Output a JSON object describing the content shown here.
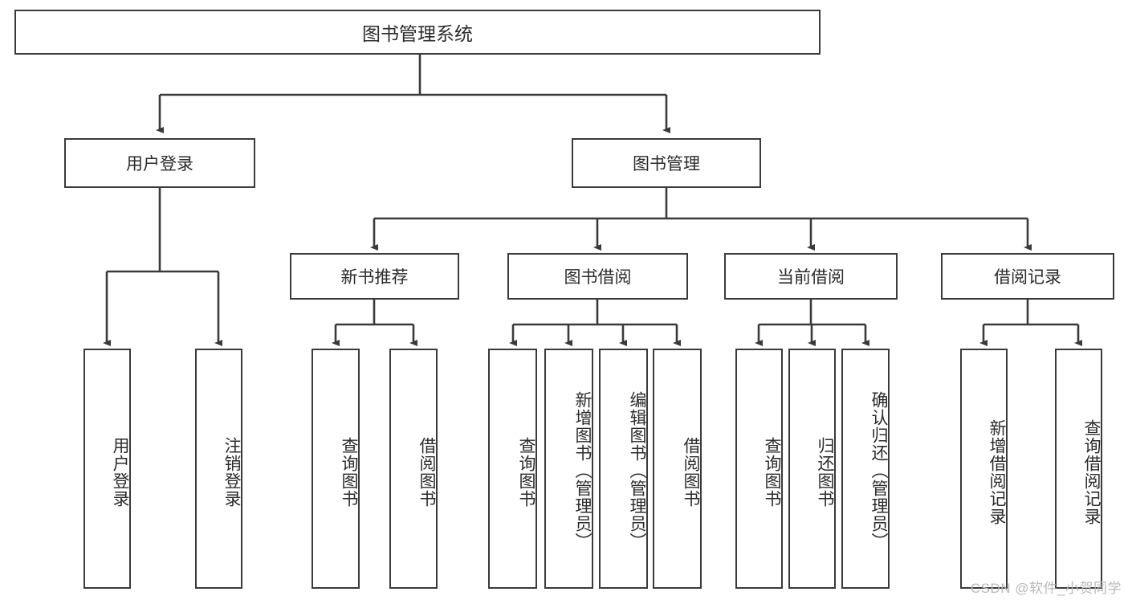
{
  "diagram": {
    "title": "图书管理系统",
    "watermark": "CSDN @软件_小贺同学",
    "stroke_color": "#3a3a3a",
    "text_color": "#2b2b2b",
    "background_color": "#ffffff",
    "watermark_color": "#b9b9b9"
  },
  "chart_data": {
    "type": "tree-diagram",
    "title": "图书管理系统",
    "orientation": "top-down",
    "levels": 4,
    "root": "图书管理系统",
    "nodes": [
      {
        "id": "root",
        "label": "图书管理系统",
        "level": 0,
        "parent": null
      },
      {
        "id": "n1",
        "label": "用户登录",
        "level": 1,
        "parent": "root"
      },
      {
        "id": "n2",
        "label": "图书管理",
        "level": 1,
        "parent": "root"
      },
      {
        "id": "n1a",
        "label": "用户登录",
        "level": 2,
        "parent": "n1"
      },
      {
        "id": "n1b",
        "label": "注销登录",
        "level": 2,
        "parent": "n1"
      },
      {
        "id": "n2a",
        "label": "新书推荐",
        "level": 2,
        "parent": "n2"
      },
      {
        "id": "n2b",
        "label": "图书借阅",
        "level": 2,
        "parent": "n2"
      },
      {
        "id": "n2c",
        "label": "当前借阅",
        "level": 2,
        "parent": "n2"
      },
      {
        "id": "n2d",
        "label": "借阅记录",
        "level": 2,
        "parent": "n2"
      },
      {
        "id": "n2a1",
        "label": "查询图书",
        "level": 3,
        "parent": "n2a"
      },
      {
        "id": "n2a2",
        "label": "借阅图书",
        "level": 3,
        "parent": "n2a"
      },
      {
        "id": "n2b1",
        "label": "查询图书",
        "level": 3,
        "parent": "n2b"
      },
      {
        "id": "n2b2",
        "label": "新增图书（管理员）",
        "level": 3,
        "parent": "n2b"
      },
      {
        "id": "n2b3",
        "label": "编辑图书（管理员）",
        "level": 3,
        "parent": "n2b"
      },
      {
        "id": "n2b4",
        "label": "借阅图书",
        "level": 3,
        "parent": "n2b"
      },
      {
        "id": "n2c1",
        "label": "查询图书",
        "level": 3,
        "parent": "n2c"
      },
      {
        "id": "n2c2",
        "label": "归还图书",
        "level": 3,
        "parent": "n2c"
      },
      {
        "id": "n2c3",
        "label": "确认归还（管理员）",
        "level": 3,
        "parent": "n2c"
      },
      {
        "id": "n2d1",
        "label": "新增借阅记录",
        "level": 3,
        "parent": "n2d"
      },
      {
        "id": "n2d2",
        "label": "查询借阅记录",
        "level": 3,
        "parent": "n2d"
      }
    ]
  },
  "nodes": {
    "root": {
      "label": "图书管理系统"
    },
    "user_login_branch": {
      "label": "用户登录"
    },
    "book_manage_branch": {
      "label": "图书管理"
    },
    "user_login_leaf": {
      "label": "用户登录"
    },
    "logout_leaf": {
      "label": "注销登录"
    },
    "new_book_rec": {
      "label": "新书推荐"
    },
    "book_borrow": {
      "label": "图书借阅"
    },
    "current_borrow": {
      "label": "当前借阅"
    },
    "borrow_record": {
      "label": "借阅记录"
    },
    "rec_query_book": {
      "label": "查询图书"
    },
    "rec_borrow_book": {
      "label": "借阅图书"
    },
    "borrow_query_book": {
      "label": "查询图书"
    },
    "borrow_add_book": {
      "label": "新增图书（管理员）"
    },
    "borrow_edit_book": {
      "label": "编辑图书（管理员）"
    },
    "borrow_borrow_book": {
      "label": "借阅图书"
    },
    "cur_query_book": {
      "label": "查询图书"
    },
    "cur_return_book": {
      "label": "归还图书"
    },
    "cur_confirm_return": {
      "label": "确认归还（管理员）"
    },
    "record_add": {
      "label": "新增借阅记录"
    },
    "record_query": {
      "label": "查询借阅记录"
    }
  }
}
